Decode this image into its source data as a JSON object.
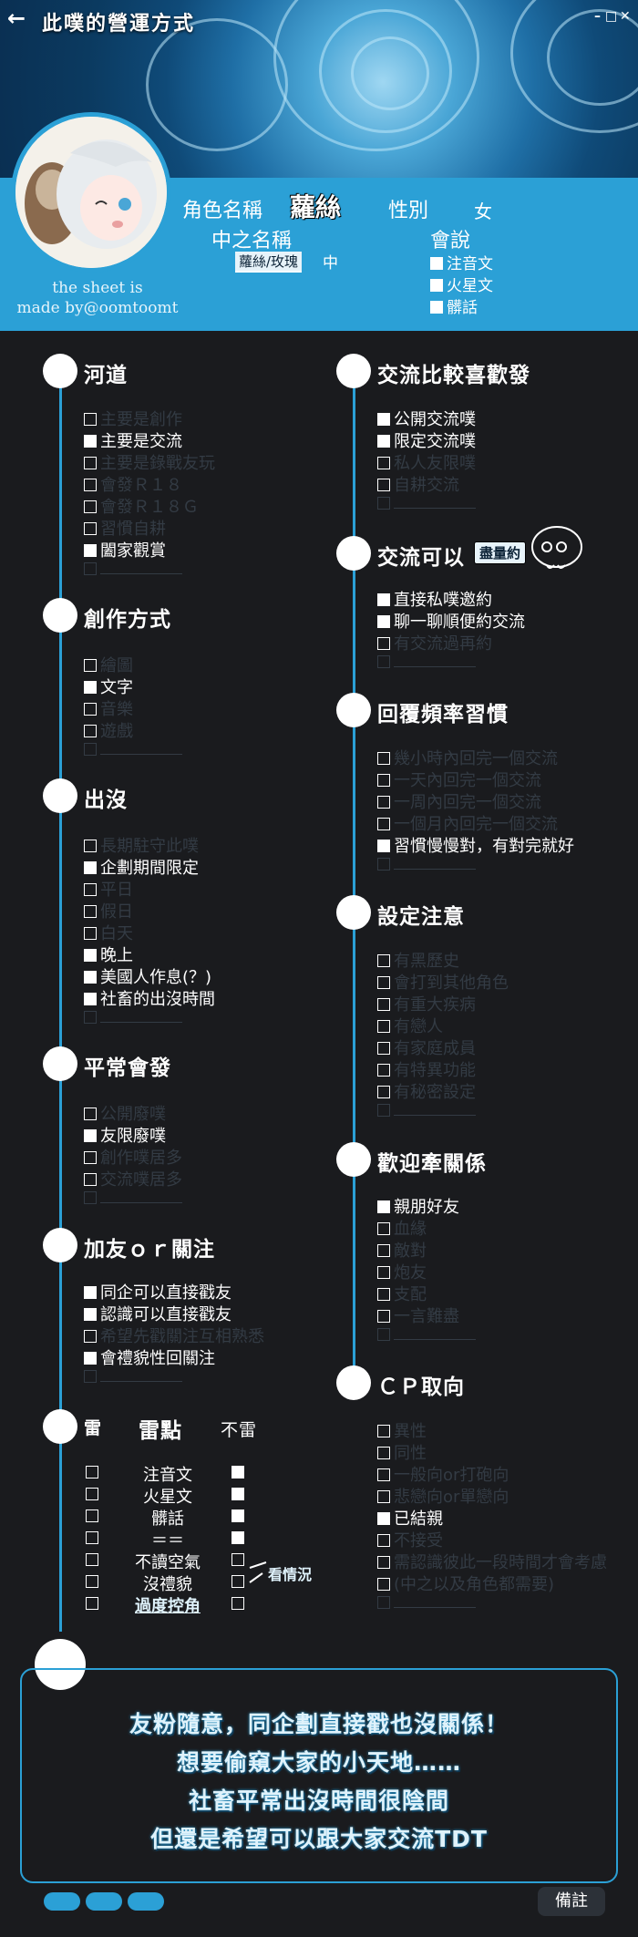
{
  "window": {
    "title": "此噗的營運方式"
  },
  "profile": {
    "role_name_label": "角色名稱",
    "role_name": "蘿絲",
    "gender_label": "性別",
    "gender": "女",
    "alias_label": "中之名稱",
    "alias": "蘿絲/玫瑰",
    "alias_suffix": "中",
    "speaks_label": "會說",
    "speaks": [
      "注音文",
      "火星文",
      "髒話"
    ],
    "credit_line1": "the sheet is",
    "credit_line2": "made by@oomtoomt"
  },
  "left_sections": {
    "s1": {
      "title": "河道",
      "items": [
        {
          "text": "主要是創作",
          "checked": false
        },
        {
          "text": "主要是交流",
          "checked": true
        },
        {
          "text": "主要是錄戰友玩",
          "checked": false
        },
        {
          "text": "會發Ｒ１８",
          "checked": false
        },
        {
          "text": "會發Ｒ１８Ｇ",
          "checked": false
        },
        {
          "text": "習慣自耕",
          "checked": false
        },
        {
          "text": "闔家觀賞",
          "checked": true
        }
      ]
    },
    "s2": {
      "title": "創作方式",
      "items": [
        {
          "text": "繪圖",
          "checked": false
        },
        {
          "text": "文字",
          "checked": true
        },
        {
          "text": "音樂",
          "checked": false
        },
        {
          "text": "遊戲",
          "checked": false
        }
      ]
    },
    "s3": {
      "title": "出沒",
      "items": [
        {
          "text": "長期駐守此噗",
          "checked": false
        },
        {
          "text": "企劃期間限定",
          "checked": true
        },
        {
          "text": "平日",
          "checked": false
        },
        {
          "text": "假日",
          "checked": false
        },
        {
          "text": "白天",
          "checked": false
        },
        {
          "text": "晚上",
          "checked": true
        },
        {
          "text": "美國人作息(？)",
          "checked": true
        },
        {
          "text": "社畜的出沒時間",
          "checked": true
        }
      ]
    },
    "s4": {
      "title": "平常會發",
      "items": [
        {
          "text": "公開廢噗",
          "checked": false
        },
        {
          "text": "友限廢噗",
          "checked": true
        },
        {
          "text": "創作噗居多",
          "checked": false
        },
        {
          "text": "交流噗居多",
          "checked": false
        }
      ]
    },
    "s5": {
      "title": "加友ｏｒ關注",
      "items": [
        {
          "text": "同企可以直接戳友",
          "checked": true
        },
        {
          "text": "認識可以直接戳友",
          "checked": true
        },
        {
          "text": "希望先戳關注互相熟悉",
          "checked": false
        },
        {
          "text": "會禮貌性回關注",
          "checked": true
        }
      ]
    },
    "s6": {
      "title": "雷",
      "header_mine": "雷點",
      "header_not": "不雷",
      "rows": [
        {
          "label": "注音文",
          "mine": false,
          "not": true
        },
        {
          "label": "火星文",
          "mine": false,
          "not": true
        },
        {
          "label": "髒話",
          "mine": false,
          "not": true
        },
        {
          "label": "＝＝",
          "mine": false,
          "not": true
        },
        {
          "label": "不讀空氣",
          "mine": false,
          "not": false
        },
        {
          "label": "沒禮貌",
          "mine": false,
          "not": false
        },
        {
          "label": "過度控角",
          "mine": false,
          "not": false
        }
      ],
      "note": "看情況"
    }
  },
  "right_sections": {
    "r1": {
      "title": "交流比較喜歡發",
      "items": [
        {
          "text": "公開交流噗",
          "checked": true
        },
        {
          "text": "限定交流噗",
          "checked": true
        },
        {
          "text": "私人友限噗",
          "checked": false
        },
        {
          "text": "自耕交流",
          "checked": false
        }
      ]
    },
    "r2": {
      "title": "交流可以",
      "badge": "盡量約",
      "items": [
        {
          "text": "直接私噗邀約",
          "checked": true
        },
        {
          "text": "聊一聊順便約交流",
          "checked": true
        },
        {
          "text": "有交流過再約",
          "checked": false
        }
      ]
    },
    "r3": {
      "title": "回覆頻率習慣",
      "items": [
        {
          "text": "幾小時內回完一個交流",
          "checked": false
        },
        {
          "text": "一天內回完一個交流",
          "checked": false
        },
        {
          "text": "一周內回完一個交流",
          "checked": false
        },
        {
          "text": "一個月內回完一個交流",
          "checked": false
        },
        {
          "text": "習慣慢慢對，有對完就好",
          "checked": true
        }
      ]
    },
    "r4": {
      "title": "設定注意",
      "items": [
        {
          "text": "有黑歷史",
          "checked": false
        },
        {
          "text": "會打到其他角色",
          "checked": false
        },
        {
          "text": "有重大疾病",
          "checked": false
        },
        {
          "text": "有戀人",
          "checked": false
        },
        {
          "text": "有家庭成員",
          "checked": false
        },
        {
          "text": "有特異功能",
          "checked": false
        },
        {
          "text": "有秘密設定",
          "checked": false
        }
      ]
    },
    "r5": {
      "title": "歡迎牽關係",
      "items": [
        {
          "text": "親朋好友",
          "checked": true
        },
        {
          "text": "血緣",
          "checked": false
        },
        {
          "text": "敵對",
          "checked": false
        },
        {
          "text": "炮友",
          "checked": false
        },
        {
          "text": "支配",
          "checked": false
        },
        {
          "text": "一言難盡",
          "checked": false
        }
      ]
    },
    "r6": {
      "title": "ＣＰ取向",
      "items": [
        {
          "text": "異性",
          "checked": false
        },
        {
          "text": "同性",
          "checked": false
        },
        {
          "text": "一般向or打砲向",
          "checked": false
        },
        {
          "text": "悲戀向or單戀向",
          "checked": false
        },
        {
          "text": "已結親",
          "checked": true
        },
        {
          "text": "不接受",
          "checked": false
        },
        {
          "text": "需認識彼此一段時間才會考慮",
          "checked": false
        },
        {
          "text": "(中之以及角色都需要)",
          "checked": false
        }
      ]
    }
  },
  "notes": {
    "lines": [
      "友粉隨意，同企劃直接戳也沒關係！",
      "想要偷窺大家的小天地……",
      "社畜平常出沒時間很陰間",
      "但還是希望可以跟大家交流TDT"
    ]
  },
  "footer": {
    "memo_label": "備註"
  }
}
